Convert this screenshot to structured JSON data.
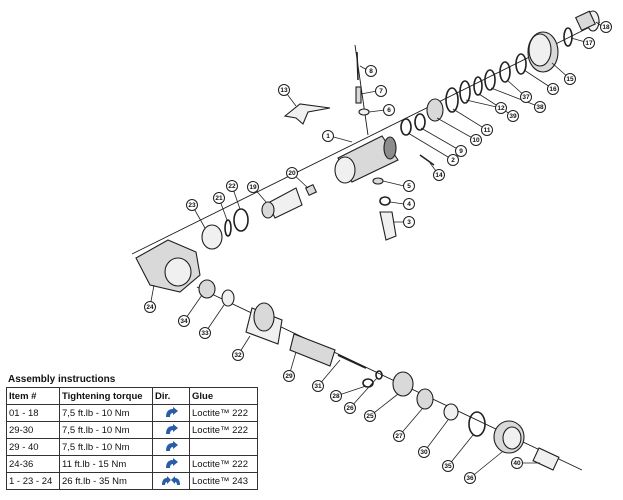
{
  "diagram": {
    "labels": [
      "1",
      "2",
      "3",
      "4",
      "5",
      "6",
      "7",
      "8",
      "9",
      "10",
      "11",
      "12",
      "13",
      "14",
      "15",
      "16",
      "17",
      "18",
      "19",
      "20",
      "21",
      "22",
      "23",
      "24",
      "25",
      "26",
      "27",
      "28",
      "29",
      "30",
      "31",
      "32",
      "33",
      "34",
      "35",
      "36",
      "37",
      "38",
      "39",
      "40",
      "9",
      "10"
    ]
  },
  "assembly": {
    "title": "Assembly instructions",
    "headers": [
      "Item #",
      "Tightening torque",
      "Dir.",
      "Glue"
    ],
    "rows": [
      {
        "item": "01 - 18",
        "torque": "7,5 ft.lb - 10 Nm",
        "dir": "clockwise-arrow-icon",
        "glue": "Loctite™ 222"
      },
      {
        "item": "29-30",
        "torque": "7,5 ft.lb - 10 Nm",
        "dir": "clockwise-arrow-icon",
        "glue": "Loctite™ 222"
      },
      {
        "item": "29 - 40",
        "torque": "7,5 ft.lb - 10 Nm",
        "dir": "clockwise-arrow-icon",
        "glue": ""
      },
      {
        "item": "24-36",
        "torque": "11 ft.lb - 15 Nm",
        "dir": "clockwise-arrow-icon",
        "glue": "Loctite™ 222"
      },
      {
        "item": "1 - 23 - 24",
        "torque": "26 ft.lb -  35 Nm",
        "dir": "opposing-arrows-icon",
        "glue": "Loctite™ 243"
      }
    ]
  }
}
